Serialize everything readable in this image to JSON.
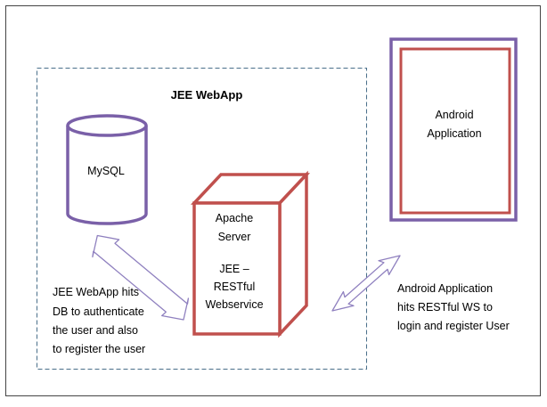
{
  "colors": {
    "frame": "#444444",
    "container_dash": "#4a6f8a",
    "purple": "#7a60a8",
    "red": "#c0504d",
    "arrow": "#8f80bf",
    "arrow_fill": "#ffffff"
  },
  "container": {
    "title": "JEE WebApp"
  },
  "mysql": {
    "label": "MySQL"
  },
  "apache": {
    "line1": "Apache",
    "line2": "Server",
    "line3": "JEE –",
    "line4": "RESTful",
    "line5": "Webservice"
  },
  "android": {
    "line1": "Android",
    "line2": "Application"
  },
  "note_left": {
    "line1": "JEE WebApp hits",
    "line2": "DB to authenticate",
    "line3": "the user and also",
    "line4": "to register the user"
  },
  "note_right": {
    "line1": "Android Application",
    "line2": "hits RESTful WS to",
    "line3": "login and register User"
  }
}
